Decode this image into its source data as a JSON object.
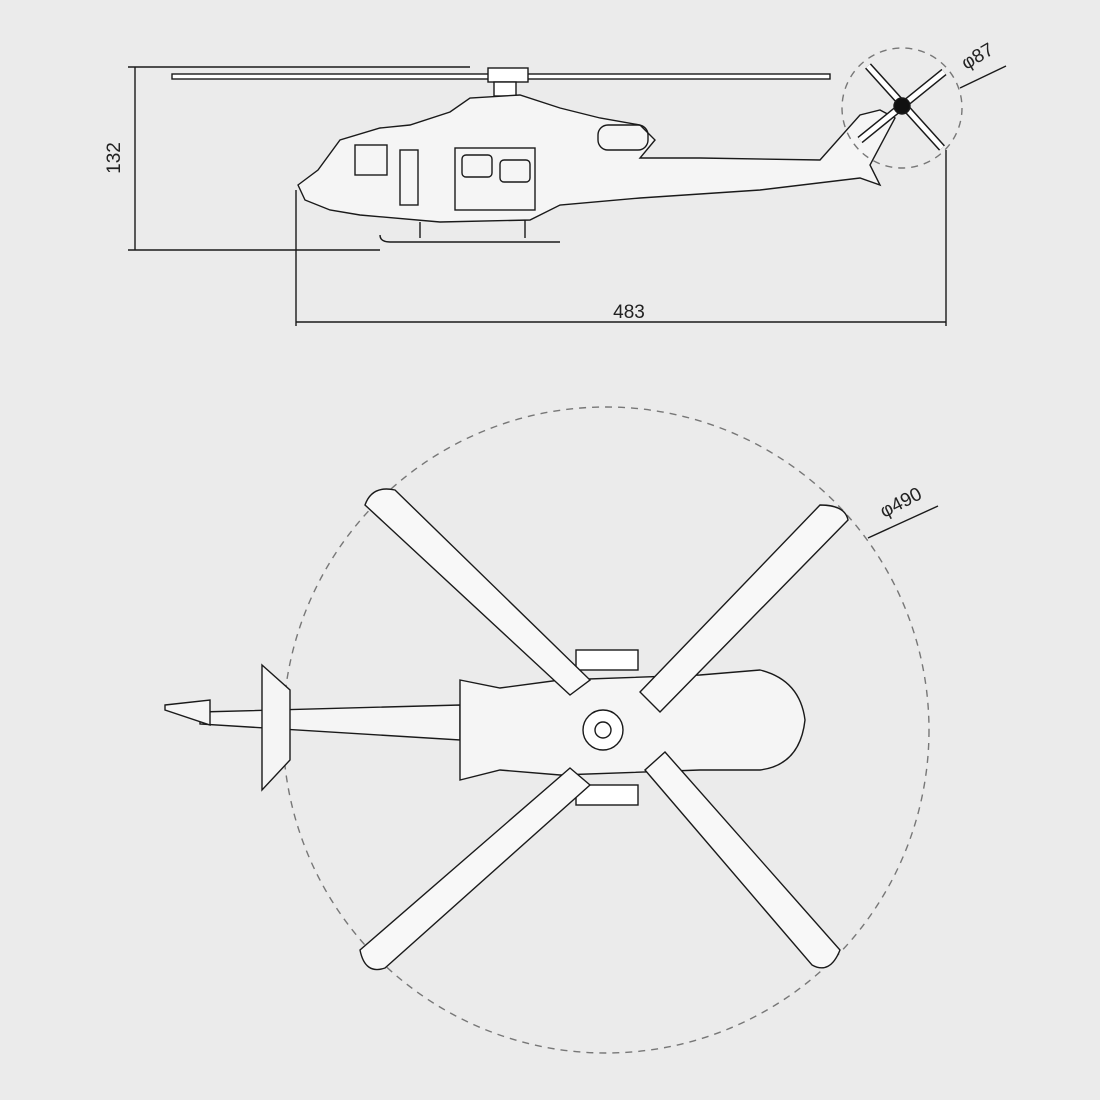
{
  "side_view": {
    "height_label": "132",
    "length_label": "483",
    "tail_rotor_label": "φ87"
  },
  "top_view": {
    "main_rotor_label": "φ490"
  },
  "colors": {
    "background": "#ebebeb",
    "line": "#1a1a1a",
    "dashed_circle": "#777777"
  }
}
